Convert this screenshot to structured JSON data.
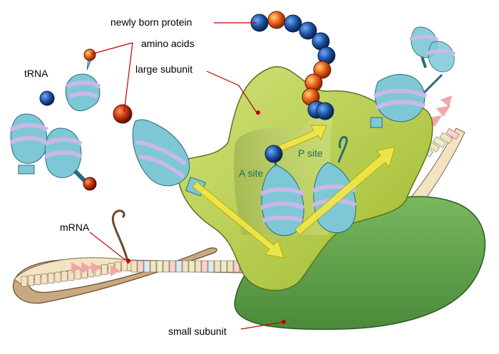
{
  "labels": {
    "newly_born_protein": "newly born protein",
    "amino_acids": "amino acids",
    "large_subunit": "large subunit",
    "trna": "tRNA",
    "a_site": "A site",
    "p_site": "P site",
    "mrna": "mRNA",
    "small_subunit": "small subunit"
  },
  "colors": {
    "large_subunit": "#b5cc44",
    "small_subunit": "#6aa84f",
    "trna_body": "#7ec8d6",
    "trna_stripe": "#c9b8e8",
    "amino_acid_orange": "#e85d1a",
    "amino_acid_blue": "#1c4f9c",
    "mrna_base": "#f4e3c1",
    "arrow": "#f1e84a",
    "site_label": "#1e6f5c",
    "leader_line": "#c00000"
  },
  "protein_chain": [
    "blue",
    "orange",
    "blue",
    "blue",
    "blue",
    "blue",
    "orange",
    "orange",
    "orange",
    "blue",
    "blue"
  ]
}
